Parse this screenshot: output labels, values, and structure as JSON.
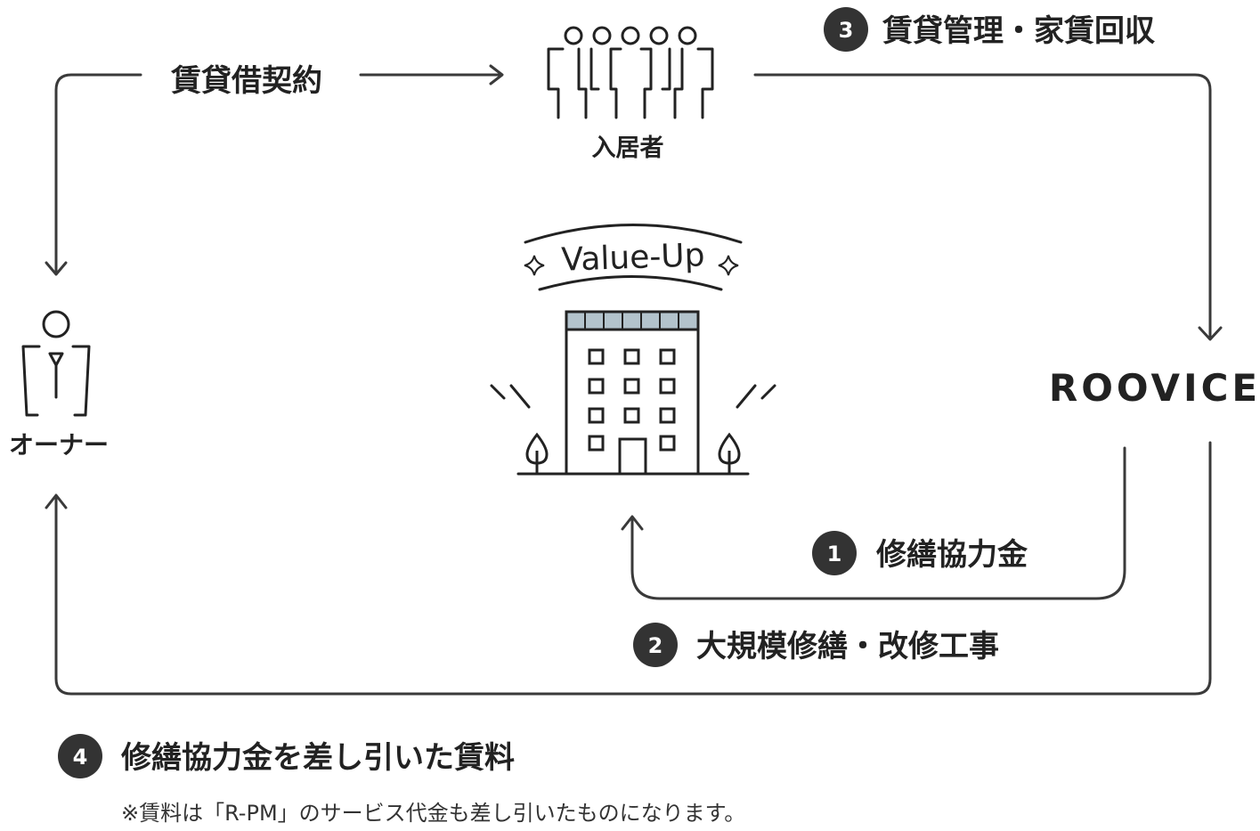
{
  "nodes": {
    "tenant": {
      "label": "入居者",
      "icon": "tenants-group-icon"
    },
    "owner": {
      "label": "オーナー",
      "icon": "owner-person-icon"
    },
    "roovice": {
      "label": "ROOVICE"
    },
    "building": {
      "badge": "Value-Up",
      "icon": "building-icon"
    }
  },
  "flows": {
    "lease": {
      "label": "賃貸借契約"
    },
    "management": {
      "number": "3",
      "label": "賃貸管理・家賃回収"
    },
    "cooperation": {
      "number": "1",
      "label": "修繕協力金"
    },
    "renovation": {
      "number": "2",
      "label": "大規模修繕・改修工事"
    },
    "rent": {
      "number": "4",
      "label": "修繕協力金を差し引いた賃料"
    }
  },
  "footnote": "※賃料は「R-PM」のサービス代金も差し引いたものになります。",
  "colors": {
    "line": "#3a3a3a",
    "badge": "#333333",
    "roof": "#b3c3cc",
    "text": "#222222"
  }
}
